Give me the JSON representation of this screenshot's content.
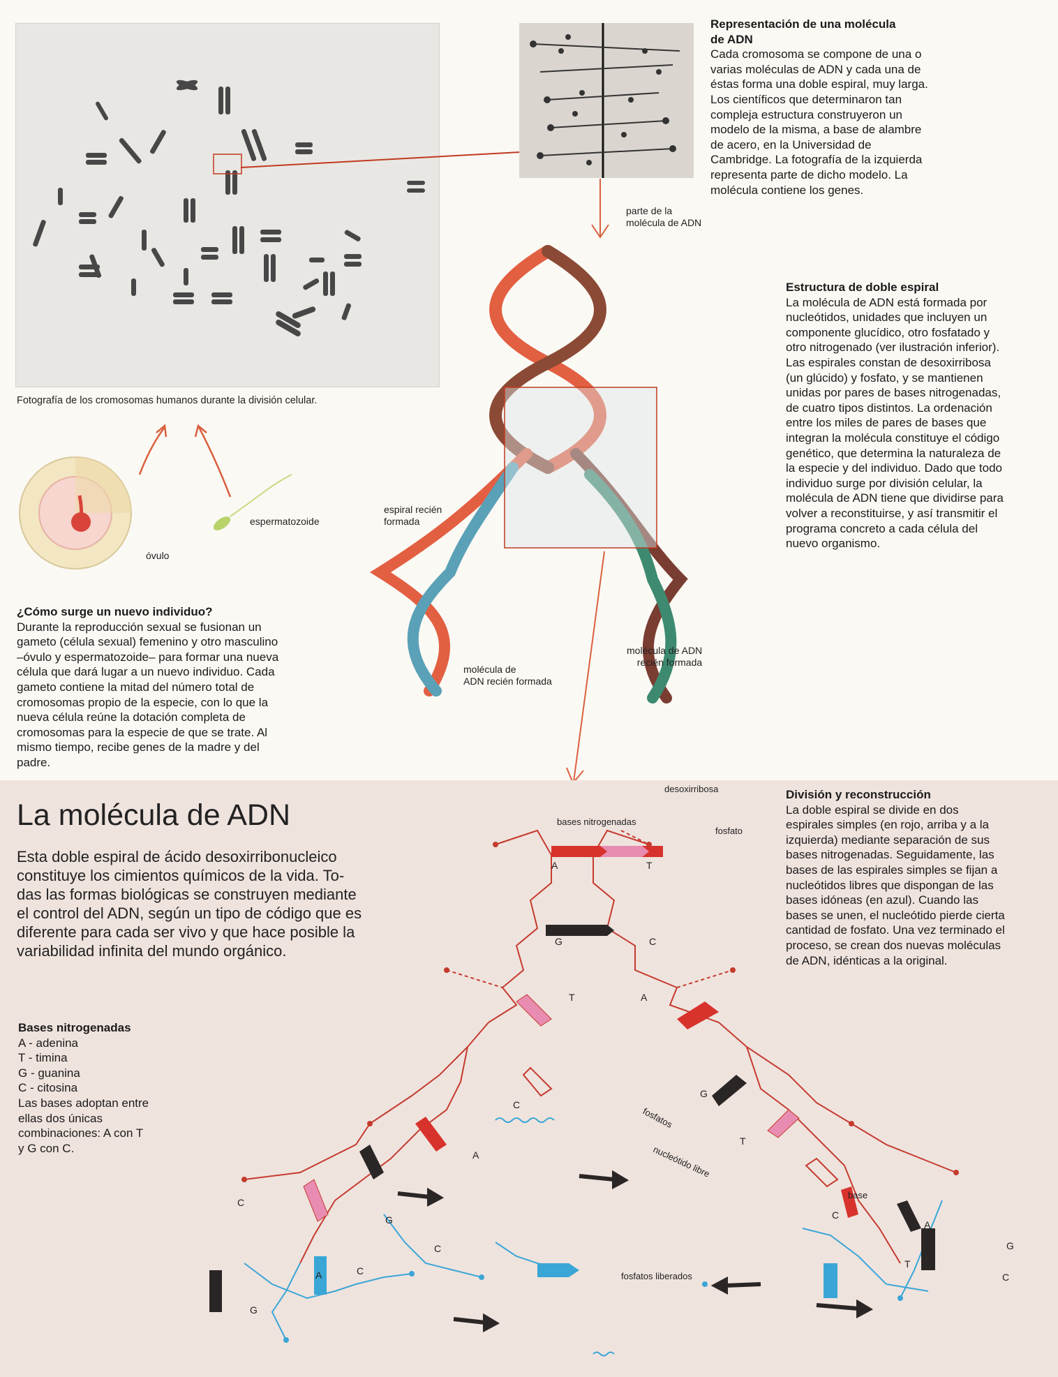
{
  "photo_caption": "Fotografía de los cromosomas humanos durante la división celular.",
  "labels": {
    "ovulo": "óvulo",
    "espermatozoide": "espermatozoide",
    "parte_molecula": [
      "parte de la",
      "molécula de ADN"
    ],
    "espiral_recien": [
      "espiral recién",
      "formada"
    ],
    "molecula_recien_left": [
      "molécula de",
      "ADN recién formada"
    ],
    "molecula_recien_right": [
      "molécula de ADN",
      "recién formada"
    ]
  },
  "rep_section": {
    "title": [
      "Representación de una molécula",
      "de ADN"
    ],
    "lines": [
      "Cada cromosoma se compone de una o",
      "varias moléculas de ADN y cada una de",
      "éstas forma una doble espiral, muy larga.",
      "Los científicos que determinaron tan",
      "compleja estructura construyeron un",
      "modelo de la misma, a base de alambre",
      "de acero, en la Universidad de",
      "Cambridge. La fotografía de la izquierda",
      "representa parte de dicho modelo. La",
      "molécula contiene los genes."
    ]
  },
  "estructura_section": {
    "title": "Estructura de doble espiral",
    "lines": [
      "La molécula de ADN está formada por",
      "nucleótidos, unidades que incluyen un",
      "componente glucídico, otro fosfatado y",
      "otro nitrogenado (ver ilustración inferior).",
      "Las espirales constan de desoxirribosa",
      "(un glúcido) y fosfato, y se mantienen",
      "unidas por pares de bases nitrogenadas,",
      "de cuatro tipos distintos. La ordenación",
      "entre los miles de pares de bases que",
      "integran la molécula constituye el código",
      "genético, que determina la naturaleza de",
      "la especie y del individuo. Dado que todo",
      "individuo surge por división celular, la",
      "molécula de ADN tiene que dividirse para",
      "volver a reconstituirse, y así transmitir el",
      "programa concreto a cada célula del",
      "nuevo organismo."
    ]
  },
  "individuo_section": {
    "title": "¿Cómo surge un nuevo individuo?",
    "lines": [
      "Durante la reproducción sexual se fusionan un",
      "gameto (célula sexual) femenino y otro masculino",
      "–óvulo y espermatozoide– para formar una nueva",
      "célula que dará lugar a un nuevo individuo. Cada",
      "gameto contiene la mitad del número total de",
      "cromosomas propio de la especie, con lo que la",
      "nueva célula reúne la dotación completa de",
      "cromosomas para la especie de que se trate. Al",
      "mismo tiempo, recibe genes de la madre y del",
      "padre."
    ]
  },
  "main_title": "La molécula de ADN",
  "intro_lines": [
    "Esta doble espiral de ácido desoxirribonucleico",
    "constituye los cimientos químicos de la vida. To-",
    "das las formas biológicas se construyen mediante",
    "el control del ADN, según un tipo de código que es",
    "diferente para cada ser vivo y que hace posible la",
    "variabilidad infinita del mundo orgánico."
  ],
  "division_section": {
    "title": "División y reconstrucción",
    "lines": [
      "La doble espiral se divide en dos",
      "espirales simples (en rojo, arriba y a la",
      "izquierda) mediante separación de sus",
      "bases nitrogenadas. Seguidamente, las",
      "bases de las espirales simples se fijan a",
      "nucleótidos libres que dispongan de las",
      "bases idóneas (en azul). Cuando las",
      "bases se unen, el nucleótido pierde cierta",
      "cantidad de fosfato. Una vez terminado el",
      "proceso, se crean dos nuevas moléculas",
      "de ADN, idénticas a la original."
    ]
  },
  "bases_section": {
    "title": "Bases nitrogenadas",
    "lines": [
      "A - adenina",
      "T - timina",
      "G - guanina",
      "C - citosina",
      "Las bases adoptan entre",
      "ellas dos únicas",
      "combinaciones: A con T",
      "y G con C."
    ]
  },
  "diagram_labels": {
    "desoxirribosa": "desoxirribosa",
    "bases_nitrogenadas": "bases nitrogenadas",
    "fosfato": "fosfato",
    "fosfatos": "fosfatos",
    "nucleotido_libre": "nucleótido libre",
    "base": "base",
    "fosfatos_liberados": "fosfatos liberados",
    "letters": [
      "A",
      "T",
      "G",
      "C",
      "T",
      "A",
      "C",
      "G",
      "A",
      "T",
      "C",
      "G",
      "C",
      "A",
      "G",
      "C",
      "C",
      "A",
      "T",
      "G",
      "C"
    ]
  },
  "colors": {
    "red_strand": "#d8322c",
    "dark_base": "#2b2626",
    "pink_base": "#e88cb2",
    "blue_strand": "#3aa6d6",
    "arrow": "#d9603f",
    "panel_bg": "#efe3de"
  }
}
